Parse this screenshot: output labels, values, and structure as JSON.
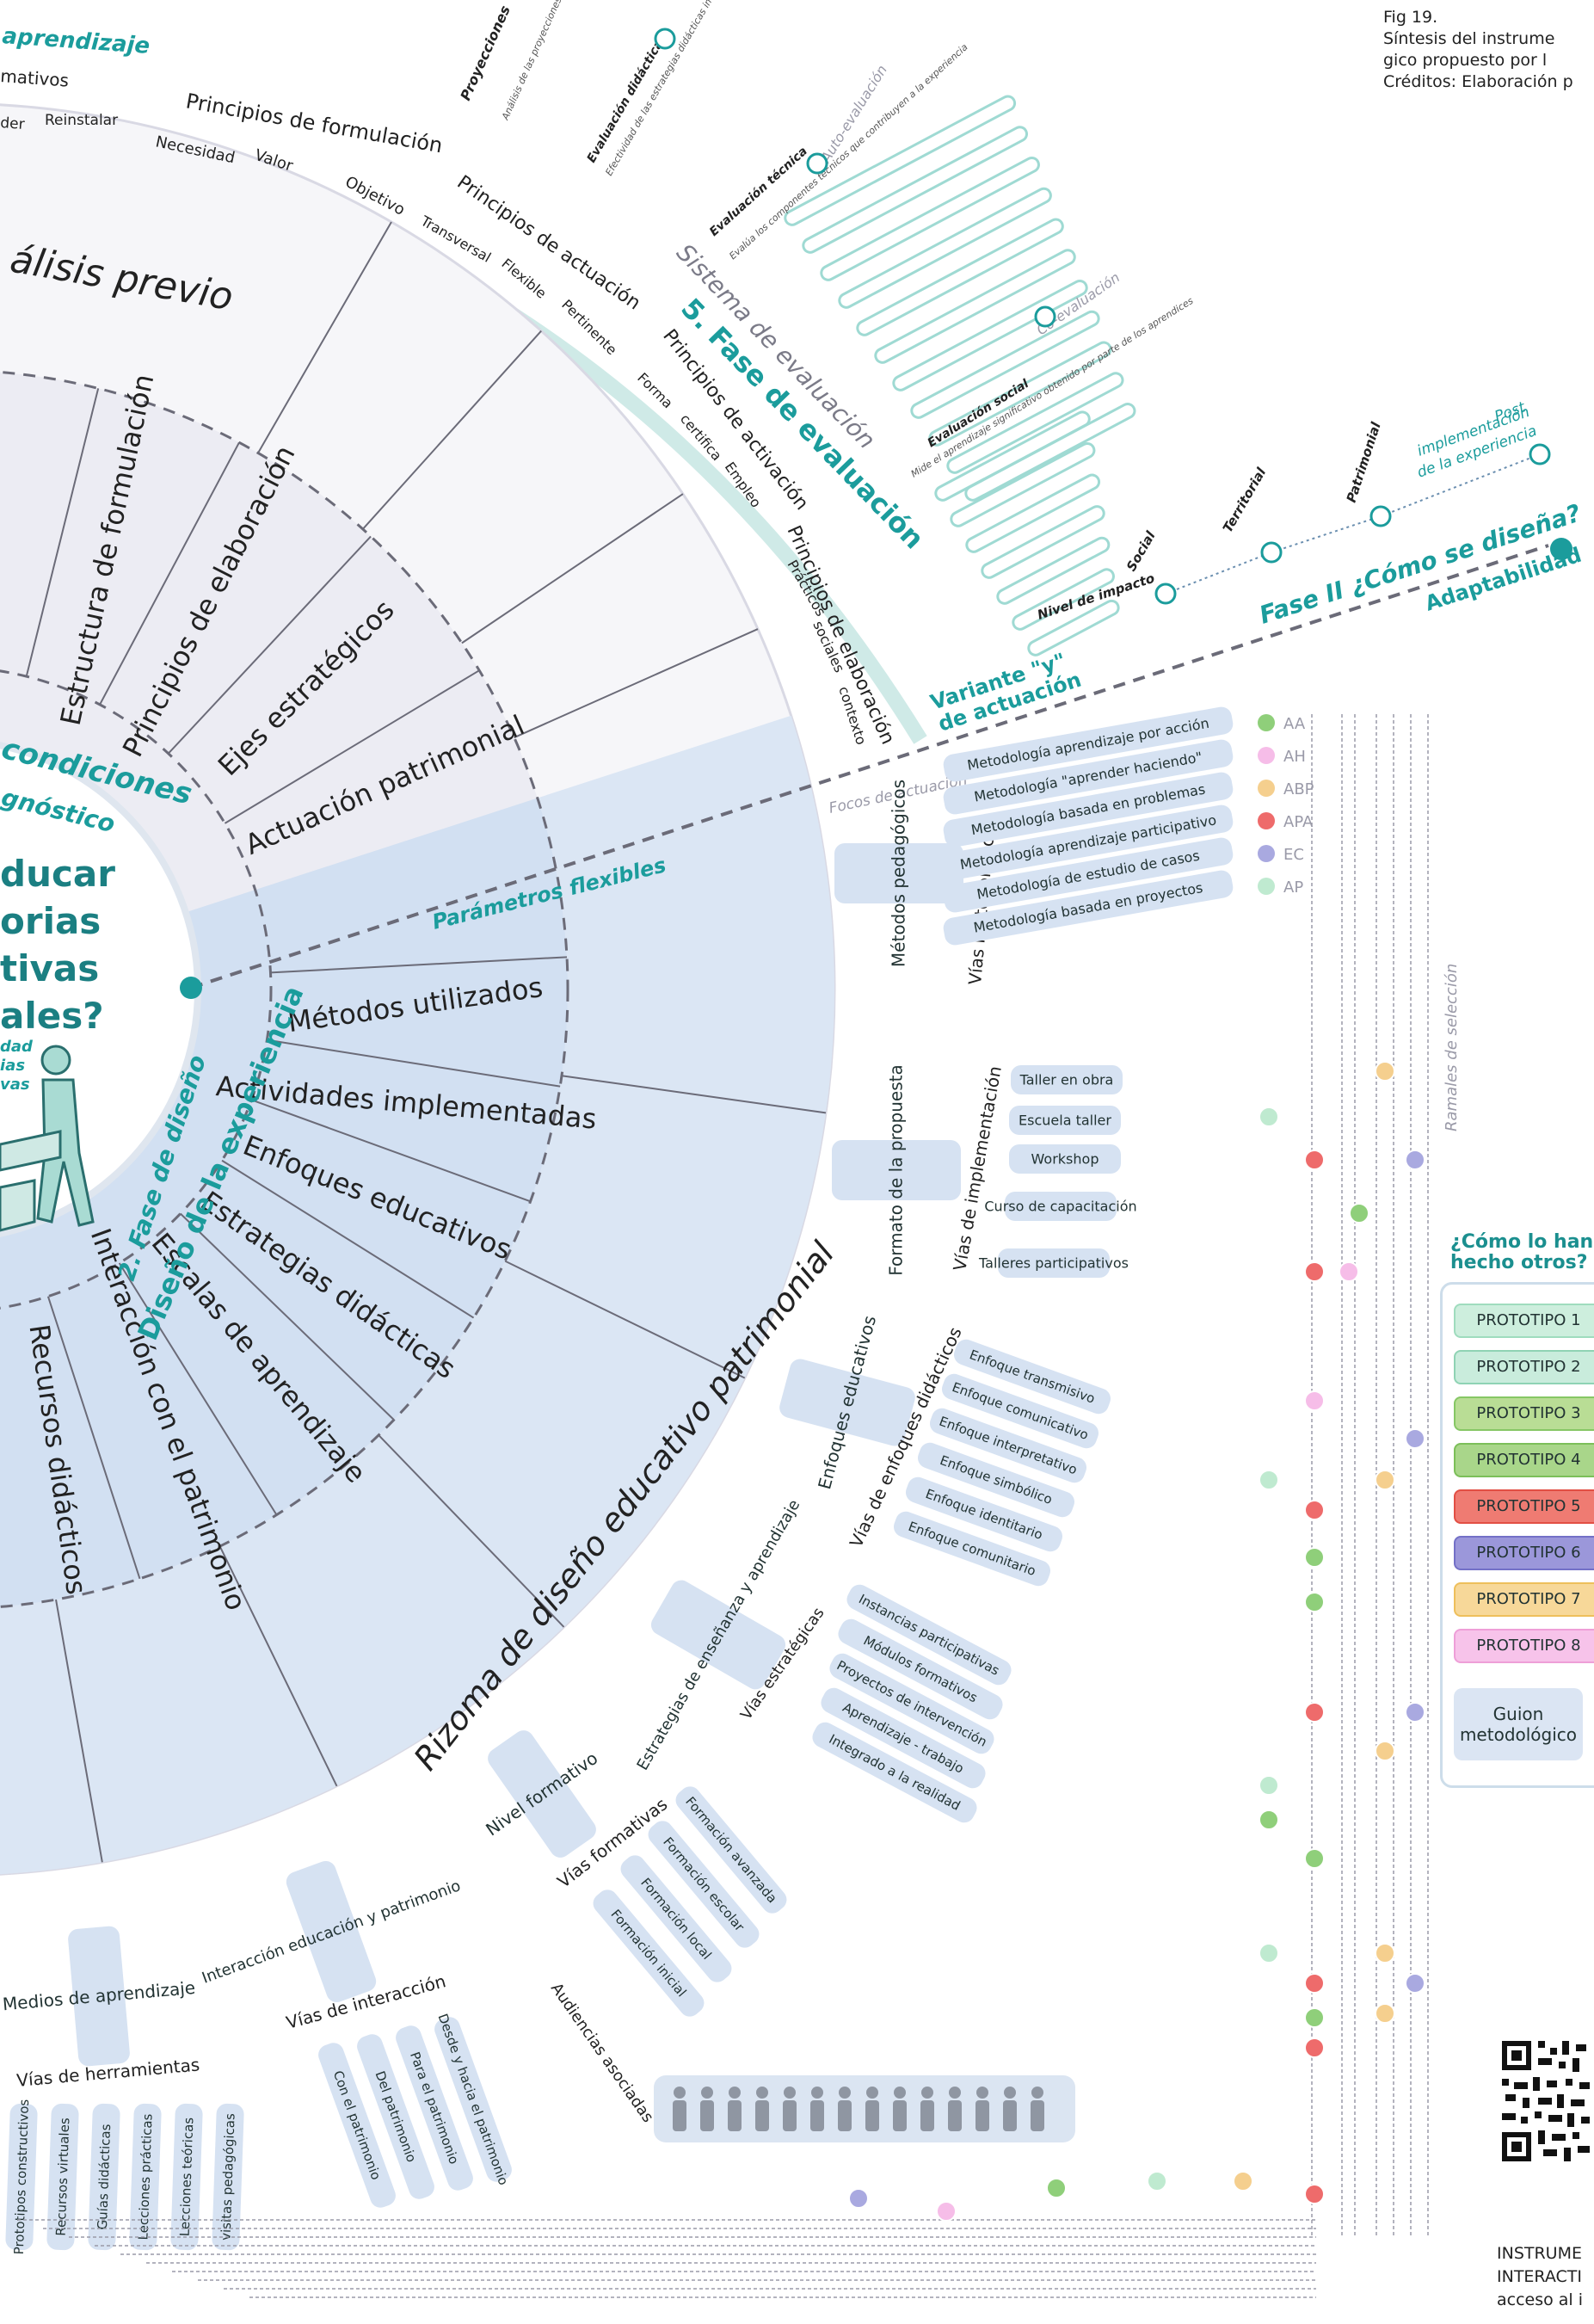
{
  "caption": {
    "fig": "Fig 19.",
    "line1": "Síntesis del instrume",
    "line2": "gico propuesto por l",
    "line3": "Créditos: Elaboración p"
  },
  "center": {
    "question": [
      "ducar",
      "orias",
      "tivas",
      "ales?"
    ],
    "sub": [
      "dad",
      "ias",
      "vas"
    ]
  },
  "ring_titles": {
    "analisis_previo": "álisis previo",
    "condiciones": "condiciones",
    "diagnostico": "gnóstico",
    "fase_diseno": "2. Fase de diseño",
    "diseno_experiencia": "Diseño de la experiencia",
    "rizoma": "Rizoma de diseño educativo patrimonial",
    "parametros": "Parámetros flexibles",
    "aprendizaje": "aprendizaje",
    "fase_evaluacion": "5. Fase de evaluación",
    "sistema_evaluacion": "Sistema de evaluación",
    "fase2": "Fase II ¿Cómo se diseña?",
    "adaptabilidad": "Adaptabilidad",
    "variante": "Variante \"y\"",
    "de_actuacion": "de actuación",
    "vias_posibilidades": "Vías de posibilidades",
    "focos": "Focos de actuación",
    "ramales": "Ramales de selección",
    "nivel_impacto": "Nivel de impacto"
  },
  "upper_sectors": [
    "Estructura de formulación",
    "Principios de elaboración",
    "Ejes estratégicos",
    "Actuación patrimonial"
  ],
  "lower_sectors": [
    "Métodos utilizados",
    "Actividades implementadas",
    "Enfoques educativos",
    "Estrategias didácticas",
    "Escalas de aprendizaje",
    "Interacción con el patrimonio",
    "Recursos didácticos"
  ],
  "principles": {
    "formulacion": {
      "title": "Principios de formulación",
      "items": [
        "Necesidad",
        "Valor",
        "Objetivo"
      ]
    },
    "actuacion": {
      "title": "Principios de actuación",
      "items": [
        "Transversal",
        "Flexible",
        "Pertinente"
      ]
    },
    "activacion": {
      "title": "Principios de activación",
      "items": [
        "Forma",
        "certifica",
        "Empleo"
      ]
    },
    "elaboracion": {
      "title": "Principios de elaboración",
      "items": [
        "Prácticos",
        "sociales",
        "contexto"
      ]
    },
    "top_left": [
      "mativos",
      "der",
      "Reinstalar"
    ]
  },
  "evaluation": {
    "proyecciones": "Proyecciones",
    "proy_desc": "Análisis de las proyecciones a partir de la experiencia",
    "didactica": "Evaluación didáctica",
    "did_desc": "Efectividad de las estrategias didácticas implementadas",
    "tecnica": "Evaluación técnica",
    "tec_desc": "Evalúa los componentes técnicos que contribuyen a la experiencia",
    "social": "Evaluación social",
    "soc_desc": "Mide el aprendizaje significativo obtenido por parte de los aprendices",
    "auto": "Auto-evaluación",
    "co": "Co-evaluación",
    "post": "Post",
    "post2": "implementación",
    "post3": "de la experiencia",
    "impacts": [
      "Social",
      "Territorial",
      "Patrimonial"
    ]
  },
  "categories": {
    "metodos": "Métodos pedagógicos",
    "formato": "Formato de la propuesta",
    "enfoques": "Enfoques educativos",
    "estrategias": "Estrategias de enseñanza y aprendizaje",
    "nivel": "Nivel formativo",
    "interaccion": "Interacción educación y patrimonio",
    "medios": "Medios de aprendizaje",
    "audiencias": "Audiencias asociadas"
  },
  "vias": {
    "metodologicas": "Vías metodológicas",
    "implementacion": "Vías de implementación",
    "enfoques": "Vías de enfoques didácticos",
    "estrategicas": "Vías estratégicas",
    "formativas": "Vías formativas",
    "interaccion": "Vías de interacción",
    "herramientas": "Vías de herramientas"
  },
  "metodologias": [
    {
      "label": "Metodología aprendizaje por acción",
      "code": "AA",
      "color": "#8fcf7a"
    },
    {
      "label": "Metodología \"aprender haciendo\"",
      "code": "AH",
      "color": "#f6bde8"
    },
    {
      "label": "Metodología basada en problemas",
      "code": "ABP",
      "color": "#f5cf8e"
    },
    {
      "label": "Metodología aprendizaje participativo",
      "code": "APA",
      "color": "#ee6b6b"
    },
    {
      "label": "Metodología de estudio de casos",
      "code": "EC",
      "color": "#a9a9e0"
    },
    {
      "label": "Metodología basada en proyectos",
      "code": "AP",
      "color": "#bfead0"
    }
  ],
  "formatos": [
    "Taller en obra",
    "Escuela taller",
    "Workshop",
    "Curso de capacitación",
    "Talleres participativos"
  ],
  "enfoques": [
    "Enfoque transmisivo",
    "Enfoque comunicativo",
    "Enfoque interpretativo",
    "Enfoque simbólico",
    "Enfoque identitario",
    "Enfoque comunitario"
  ],
  "estrategias": [
    "Instancias participativas",
    "Módulos formativos",
    "Proyectos de intervención",
    "Aprendizaje - trabajo",
    "Integrado a la realidad"
  ],
  "formaciones": [
    "Formación avanzada",
    "Formación escolar",
    "Formación local",
    "Formación inicial"
  ],
  "interacciones": [
    "Desde y hacia el patrimonio",
    "Para el patrimonio",
    "Del patrimonio",
    "Con el patrimonio"
  ],
  "herramientas": [
    "visitas pedagógicas",
    "Lecciones teóricas",
    "Lecciones prácticas",
    "Guías didácticas",
    "Recursos virtuales",
    "Prototipos constructivos"
  ],
  "legend": {
    "title": "¿Cómo lo han hecho otros?",
    "prototypes": [
      {
        "label": "PROTOTIPO 1",
        "color": "#cdeedd",
        "border": "#9fdcbe"
      },
      {
        "label": "PROTOTIPO 2",
        "color": "#c9ecdc",
        "border": "#8fd3b4"
      },
      {
        "label": "PROTOTIPO 3",
        "color": "#b9dd95",
        "border": "#86c765"
      },
      {
        "label": "PROTOTIPO 4",
        "color": "#a9d68a",
        "border": "#7cbf59"
      },
      {
        "label": "PROTOTIPO 5",
        "color": "#ef7b72",
        "border": "#e24f44"
      },
      {
        "label": "PROTOTIPO 6",
        "color": "#9b97da",
        "border": "#7370c7"
      },
      {
        "label": "PROTOTIPO 7",
        "color": "#f7d899",
        "border": "#eebf5b"
      },
      {
        "label": "PROTOTIPO 8",
        "color": "#f7c3ea",
        "border": "#ee9fd8"
      }
    ],
    "guion": "Guion metodológico"
  },
  "qr_caption": [
    "INSTRUME",
    "INTERACTI",
    "acceso al i"
  ],
  "colors": {
    "teal": "#1b9c9c",
    "ring_upper": "#ebebf2",
    "ring_lower": "#d6e3f3",
    "pill": "#d8e3f2",
    "line": "#6b6b78"
  }
}
